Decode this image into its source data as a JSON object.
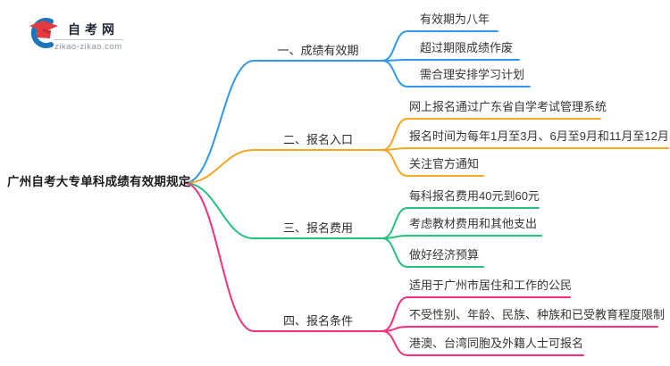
{
  "logo": {
    "site_name": "自考网",
    "site_url": "zikao-zikao.com",
    "icon_blue": "#1c74bb",
    "icon_red": "#e23b3f"
  },
  "root": {
    "label": "广州自考大专单科成绩有效期规定"
  },
  "branches": [
    {
      "label": "一、成绩有效期",
      "color": "#2f97ec",
      "children": [
        "有效期为八年",
        "超过期限成绩作废",
        "需合理安排学习计划"
      ]
    },
    {
      "label": "二、报名入口",
      "color": "#f7a623",
      "children": [
        "网上报名通过广东省自学考试管理系统",
        "报名时间为每年1月至3月、6月至9月和11月至12月",
        "关注官方通知"
      ]
    },
    {
      "label": "三、报名费用",
      "color": "#25c17d",
      "children": [
        "每科报名费用40元到60元",
        "考虑教材费用和其他支出",
        "做好经济预算"
      ]
    },
    {
      "label": "四、报名条件",
      "color": "#f5317f",
      "children": [
        "适用于广州市居住和工作的公民",
        "不受性别、年龄、民族、种族和已受教育程度限制",
        "港澳、台湾同胞及外籍人士可报名"
      ]
    }
  ]
}
